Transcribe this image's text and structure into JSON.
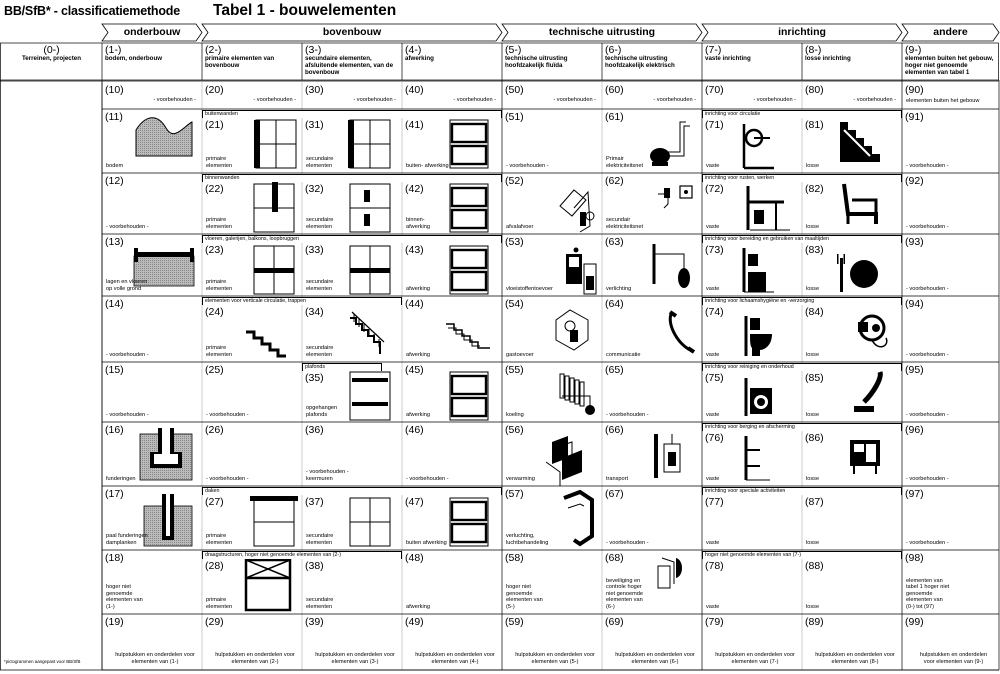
{
  "header": {
    "left_title": "BB/SfB* - classificatiemethode",
    "main_title": "Tabel 1 - bouwelementen",
    "footnote": "*pictogrammen aangepast voor BB/SfB"
  },
  "groups": [
    {
      "key": "onderbouw",
      "label": "onderbouw"
    },
    {
      "key": "bovenbouw",
      "label": "bovenbouw"
    },
    {
      "key": "technische",
      "label": "technische uitrusting"
    },
    {
      "key": "inrichting",
      "label": "inrichting"
    },
    {
      "key": "andere",
      "label": "andere"
    }
  ],
  "columns": [
    {
      "code": "(0-)",
      "label": "Terreinen, projecten"
    },
    {
      "code": "(1-)",
      "label": "bodem, onderbouw"
    },
    {
      "code": "(2-)",
      "label": "primaire elementen van bovenbouw"
    },
    {
      "code": "(3-)",
      "label": "secundaire elementen, afsluitende elementen, van de bovenbouw"
    },
    {
      "code": "(4-)",
      "label": "afwerking"
    },
    {
      "code": "(5-)",
      "label": "technische uitrusting hoofdzakelijk fluïda"
    },
    {
      "code": "(6-)",
      "label": "technische uitrusting hoofdzakelijk elektrisch"
    },
    {
      "code": "(7-)",
      "label": "vaste inrichting"
    },
    {
      "code": "(8-)",
      "label": "losse inrichting"
    },
    {
      "code": "(9-)",
      "label": "elementen buiten het gebouw, hoger niet genoemde elementen van tabel 1"
    }
  ],
  "bands": [
    {
      "text": "buitenwanden"
    },
    {
      "text": "binnenwanden"
    },
    {
      "text": "vloeren, galerijen, balkons, loopbruggen"
    },
    {
      "text": "elementen voor verticale circulatie, trappen"
    },
    {
      "text": "plafonds"
    },
    {
      "text": "daken"
    },
    {
      "text": "draagstructuren, hoger niet genoemde elementen van (2-)"
    },
    {
      "text": "inrichting voor circulatie"
    },
    {
      "text": "inrichting voor rusten, werken"
    },
    {
      "text": "inrichting voor bereiding en gebruiken van maaltijden"
    },
    {
      "text": "inrichting voor lichaamshygiëne en -verzorging"
    },
    {
      "text": "inrichting voor reiniging en onderhoud"
    },
    {
      "text": "inrichting voor berging en afscherming"
    },
    {
      "text": "inrichting voor speciale activiteiten"
    },
    {
      "text": "hoger niet genoemde elementen van (7-)"
    }
  ],
  "cells": [
    [
      {
        "code": "(10)",
        "label": "- voorbehouden -"
      },
      {
        "code": "(20)",
        "label": "- voorbehouden -"
      },
      {
        "code": "(30)",
        "label": "- voorbehouden -"
      },
      {
        "code": "(40)",
        "label": "- voorbehouden -"
      },
      {
        "code": "(50)",
        "label": "- voorbehouden -"
      },
      {
        "code": "(60)",
        "label": "- voorbehouden -"
      },
      {
        "code": "(70)",
        "label": "- voorbehouden -"
      },
      {
        "code": "(80)",
        "label": "- voorbehouden -"
      },
      {
        "code": "(90)",
        "label": "elementen buiten het gebouw"
      }
    ],
    [
      {
        "code": "(11)",
        "label": "bodem"
      },
      {
        "code": "(21)",
        "label": "primaire elementen"
      },
      {
        "code": "(31)",
        "label": "secundaire elementen"
      },
      {
        "code": "(41)",
        "label": "buiten- afwerking"
      },
      {
        "code": "(51)",
        "label": "- voorbehouden -"
      },
      {
        "code": "(61)",
        "label": "Primair elektriciteitsnet"
      },
      {
        "code": "(71)",
        "label": "vaste"
      },
      {
        "code": "(81)",
        "label": "losse"
      },
      {
        "code": "(91)",
        "label": "- voorbehouden -"
      }
    ],
    [
      {
        "code": "(12)",
        "label": "- voorbehouden -"
      },
      {
        "code": "(22)",
        "label": "primaire elementen"
      },
      {
        "code": "(32)",
        "label": "secundaire elementen"
      },
      {
        "code": "(42)",
        "label": "binnen- afwerking"
      },
      {
        "code": "(52)",
        "label": "afvalafvoer"
      },
      {
        "code": "(62)",
        "label": "secundair elektriciteitsnet"
      },
      {
        "code": "(72)",
        "label": "vaste"
      },
      {
        "code": "(82)",
        "label": "losse"
      },
      {
        "code": "(92)",
        "label": "- voorbehouden -"
      }
    ],
    [
      {
        "code": "(13)",
        "label": "lagen en vloeren op volle grond"
      },
      {
        "code": "(23)",
        "label": "primaire elementen"
      },
      {
        "code": "(33)",
        "label": "secundaire elementen"
      },
      {
        "code": "(43)",
        "label": "afwerking"
      },
      {
        "code": "(53)",
        "label": "vloeistoffentoevoer"
      },
      {
        "code": "(63)",
        "label": "verlichting"
      },
      {
        "code": "(73)",
        "label": "vaste"
      },
      {
        "code": "(83)",
        "label": "losse"
      },
      {
        "code": "(93)",
        "label": "- voorbehouden -"
      }
    ],
    [
      {
        "code": "(14)",
        "label": "- voorbehouden -"
      },
      {
        "code": "(24)",
        "label": "primaire elementen"
      },
      {
        "code": "(34)",
        "label": "secundaire elementen"
      },
      {
        "code": "(44)",
        "label": "afwerking"
      },
      {
        "code": "(54)",
        "label": "gastoevoer"
      },
      {
        "code": "(64)",
        "label": "communicatie"
      },
      {
        "code": "(74)",
        "label": "vaste"
      },
      {
        "code": "(84)",
        "label": "losse"
      },
      {
        "code": "(94)",
        "label": "- voorbehouden -"
      }
    ],
    [
      {
        "code": "(15)",
        "label": "- voorbehouden -"
      },
      {
        "code": "(25)",
        "label": "- voorbehouden -"
      },
      {
        "code": "(35)",
        "label": "opgehangen plafonds"
      },
      {
        "code": "(45)",
        "label": "afwerking"
      },
      {
        "code": "(55)",
        "label": "koeling"
      },
      {
        "code": "(65)",
        "label": "- voorbehouden -"
      },
      {
        "code": "(75)",
        "label": "vaste"
      },
      {
        "code": "(85)",
        "label": "losse"
      },
      {
        "code": "(95)",
        "label": "- voorbehouden -"
      }
    ],
    [
      {
        "code": "(16)",
        "label": "funderingen"
      },
      {
        "code": "(26)",
        "label": "- voorbehouden -"
      },
      {
        "code": "(36)",
        "label": "- voorbehouden - keermuren"
      },
      {
        "code": "(46)",
        "label": "- voorbehouden -"
      },
      {
        "code": "(56)",
        "label": "verwarming"
      },
      {
        "code": "(66)",
        "label": "transport"
      },
      {
        "code": "(76)",
        "label": "vaste"
      },
      {
        "code": "(86)",
        "label": "losse"
      },
      {
        "code": "(96)",
        "label": "- voorbehouden -"
      }
    ],
    [
      {
        "code": "(17)",
        "label": "paal funderingen damplanken"
      },
      {
        "code": "(27)",
        "label": "primaire elementen"
      },
      {
        "code": "(37)",
        "label": "secundaire elementen"
      },
      {
        "code": "(47)",
        "label": "buiten afwerking"
      },
      {
        "code": "(57)",
        "label": "verluchting, luchtbehandeling"
      },
      {
        "code": "(67)",
        "label": "- voorbehouden -"
      },
      {
        "code": "(77)",
        "label": "vaste"
      },
      {
        "code": "(87)",
        "label": "losse"
      },
      {
        "code": "(97)",
        "label": "- voorbehouden -"
      }
    ],
    [
      {
        "code": "(18)",
        "label": "hoger niet genoemde elementen van (1-)"
      },
      {
        "code": "(28)",
        "label": "primaire elementen"
      },
      {
        "code": "(38)",
        "label": "secundaire elementen"
      },
      {
        "code": "(48)",
        "label": "afwerking"
      },
      {
        "code": "(58)",
        "label": "hoger niet genoemde elementen van (5-)"
      },
      {
        "code": "(68)",
        "label": "beveiliging en controle hoger niet genoemde elementen van (6-)"
      },
      {
        "code": "(78)",
        "label": "vaste"
      },
      {
        "code": "(88)",
        "label": "losse"
      },
      {
        "code": "(98)",
        "label": "elementen van tabel 1 hoger niet genoemde elementen van (0-) tot (97)"
      }
    ],
    [
      {
        "code": "(19)",
        "label": "hulpstukken en onderdelen voor elementen van (1-)"
      },
      {
        "code": "(29)",
        "label": "hulpstukken en onderdelen voor elementen van (2-)"
      },
      {
        "code": "(39)",
        "label": "hulpstukken en onderdelen voor elementen van (3-)"
      },
      {
        "code": "(49)",
        "label": "hulpstukken en onderdelen voor elementen van (4-)"
      },
      {
        "code": "(59)",
        "label": "hulpstukken en onderdelen voor elementen van (5-)"
      },
      {
        "code": "(69)",
        "label": "hulpstukken en onderdelen voor elementen van (6-)"
      },
      {
        "code": "(79)",
        "label": "hulpstukken en onderdelen voor elementen van (7-)"
      },
      {
        "code": "(89)",
        "label": "hulpstukken en onderdelen voor elementen van (8-)"
      },
      {
        "code": "(99)",
        "label": "hulpstukken en onderdelen voor elementen van (9-)"
      }
    ]
  ]
}
